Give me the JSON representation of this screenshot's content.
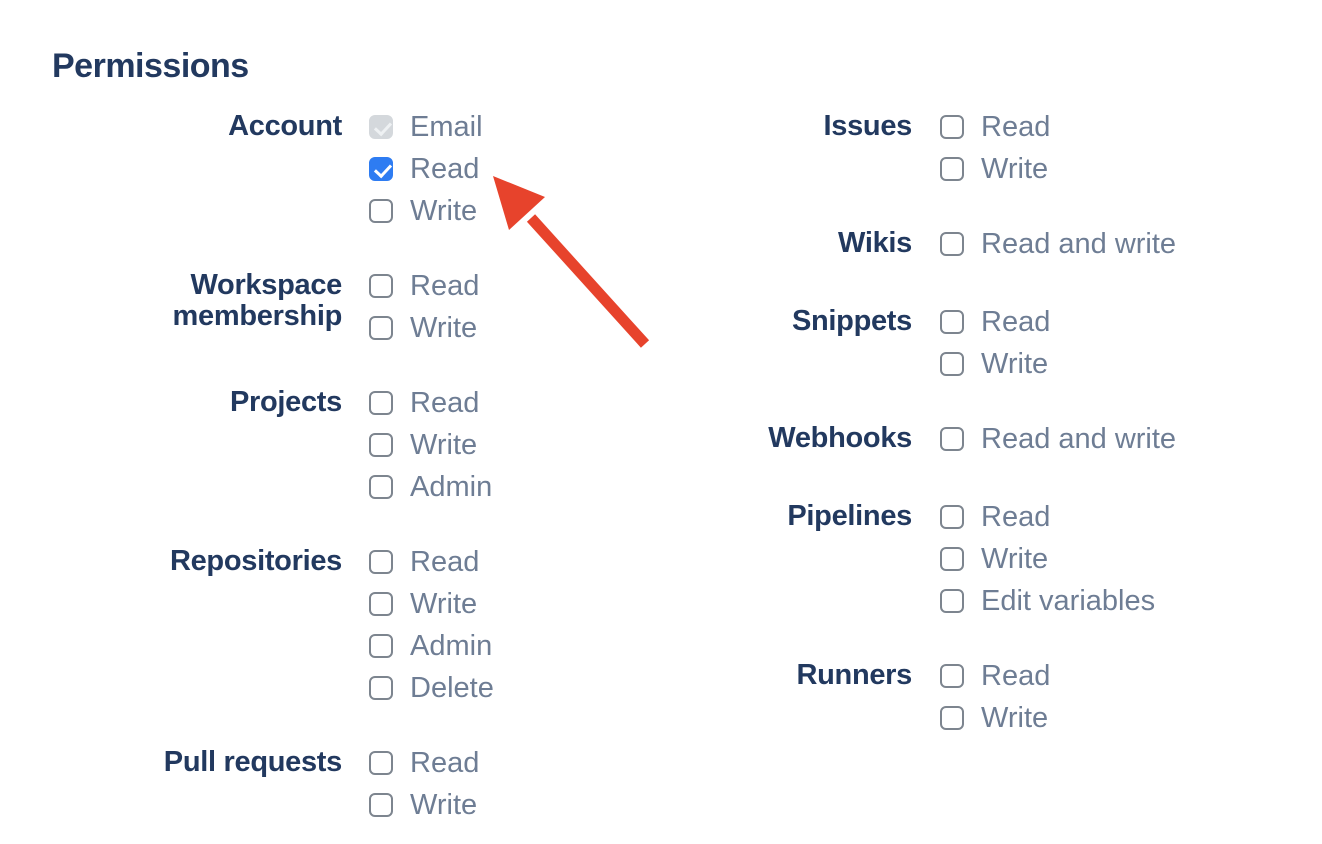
{
  "title": "Permissions",
  "colors": {
    "heading": "#22395f",
    "option_label": "#6e7d94",
    "checkbox_border": "#7d858f",
    "checkbox_checked": "#2e7cf2",
    "checkbox_disabled_bg": "#d4d8dc",
    "checkbox_disabled_check": "#eef1f3",
    "arrow": "#e7432c"
  },
  "columns": [
    {
      "groups": [
        {
          "label": "Account",
          "options": [
            {
              "label": "Email",
              "state": "checked-disabled"
            },
            {
              "label": "Read",
              "state": "checked"
            },
            {
              "label": "Write",
              "state": "unchecked"
            }
          ]
        },
        {
          "label": "Workspace membership",
          "options": [
            {
              "label": "Read",
              "state": "unchecked"
            },
            {
              "label": "Write",
              "state": "unchecked"
            }
          ]
        },
        {
          "label": "Projects",
          "options": [
            {
              "label": "Read",
              "state": "unchecked"
            },
            {
              "label": "Write",
              "state": "unchecked"
            },
            {
              "label": "Admin",
              "state": "unchecked"
            }
          ]
        },
        {
          "label": "Repositories",
          "options": [
            {
              "label": "Read",
              "state": "unchecked"
            },
            {
              "label": "Write",
              "state": "unchecked"
            },
            {
              "label": "Admin",
              "state": "unchecked"
            },
            {
              "label": "Delete",
              "state": "unchecked"
            }
          ]
        },
        {
          "label": "Pull requests",
          "options": [
            {
              "label": "Read",
              "state": "unchecked"
            },
            {
              "label": "Write",
              "state": "unchecked"
            }
          ]
        }
      ]
    },
    {
      "groups": [
        {
          "label": "Issues",
          "options": [
            {
              "label": "Read",
              "state": "unchecked"
            },
            {
              "label": "Write",
              "state": "unchecked"
            }
          ]
        },
        {
          "label": "Wikis",
          "options": [
            {
              "label": "Read and write",
              "state": "unchecked"
            }
          ]
        },
        {
          "label": "Snippets",
          "options": [
            {
              "label": "Read",
              "state": "unchecked"
            },
            {
              "label": "Write",
              "state": "unchecked"
            }
          ]
        },
        {
          "label": "Webhooks",
          "options": [
            {
              "label": "Read and write",
              "state": "unchecked"
            }
          ]
        },
        {
          "label": "Pipelines",
          "options": [
            {
              "label": "Read",
              "state": "unchecked"
            },
            {
              "label": "Write",
              "state": "unchecked"
            },
            {
              "label": "Edit variables",
              "state": "unchecked"
            }
          ]
        },
        {
          "label": "Runners",
          "options": [
            {
              "label": "Read",
              "state": "unchecked"
            },
            {
              "label": "Write",
              "state": "unchecked"
            }
          ]
        }
      ]
    }
  ],
  "annotation_arrow": {
    "color": "#e7432c",
    "target_description": "Account Read checkbox"
  }
}
